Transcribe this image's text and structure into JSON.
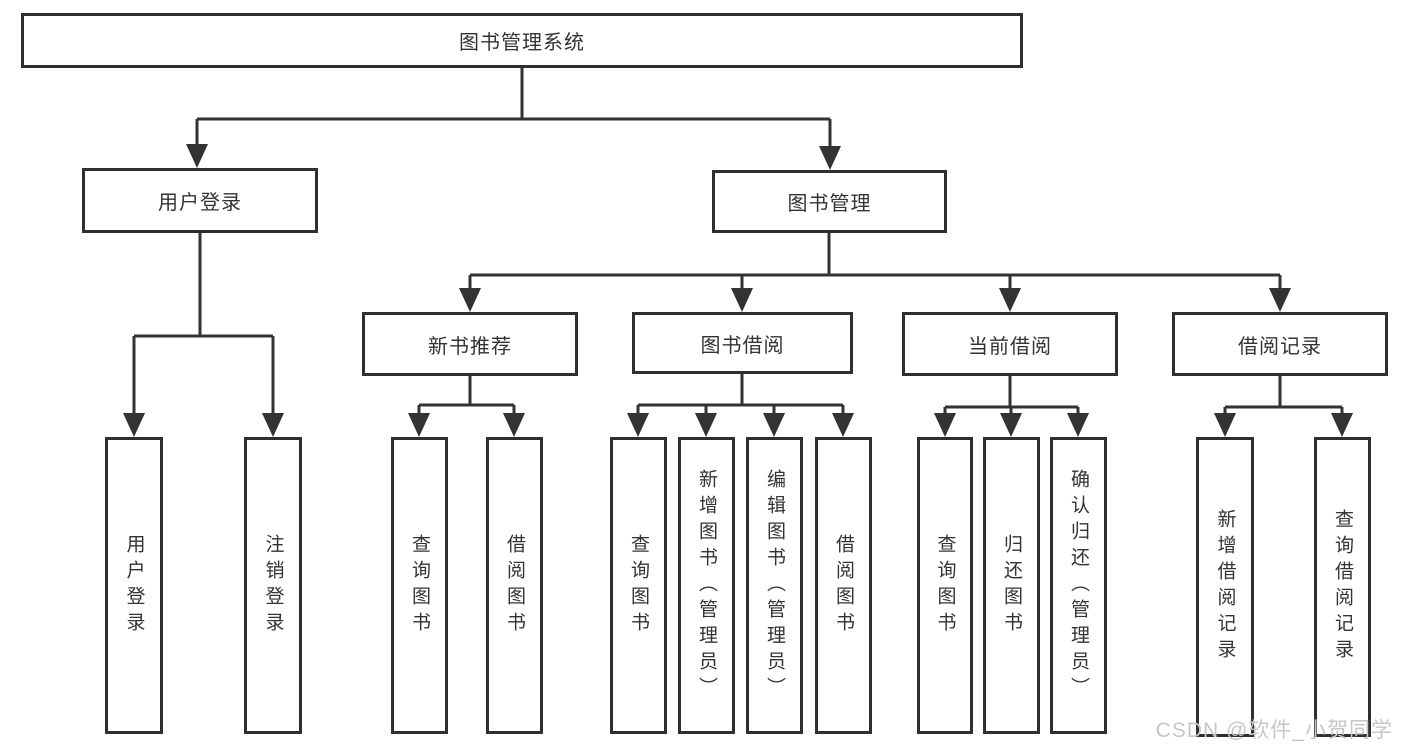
{
  "diagram": {
    "root": {
      "label": "图书管理系统"
    },
    "branches": [
      {
        "label": "用户登录",
        "children": [
          {
            "label": "用户登录"
          },
          {
            "label": "注销登录"
          }
        ]
      },
      {
        "label": "图书管理",
        "children": [
          {
            "label": "新书推荐",
            "children": [
              {
                "label": "查询图书"
              },
              {
                "label": "借阅图书"
              }
            ]
          },
          {
            "label": "图书借阅",
            "children": [
              {
                "label": "查询图书"
              },
              {
                "label": "新增图书（管理员）"
              },
              {
                "label": "编辑图书（管理员）"
              },
              {
                "label": "借阅图书"
              }
            ]
          },
          {
            "label": "当前借阅",
            "children": [
              {
                "label": "查询图书"
              },
              {
                "label": "归还图书"
              },
              {
                "label": "确认归还（管理员）"
              }
            ]
          },
          {
            "label": "借阅记录",
            "children": [
              {
                "label": "新增借阅记录"
              },
              {
                "label": "查询借阅记录"
              }
            ]
          }
        ]
      }
    ],
    "line_color": "#333333"
  },
  "watermark": {
    "text": "CSDN @软件_小贺同学",
    "color": "#c6c6c6"
  }
}
